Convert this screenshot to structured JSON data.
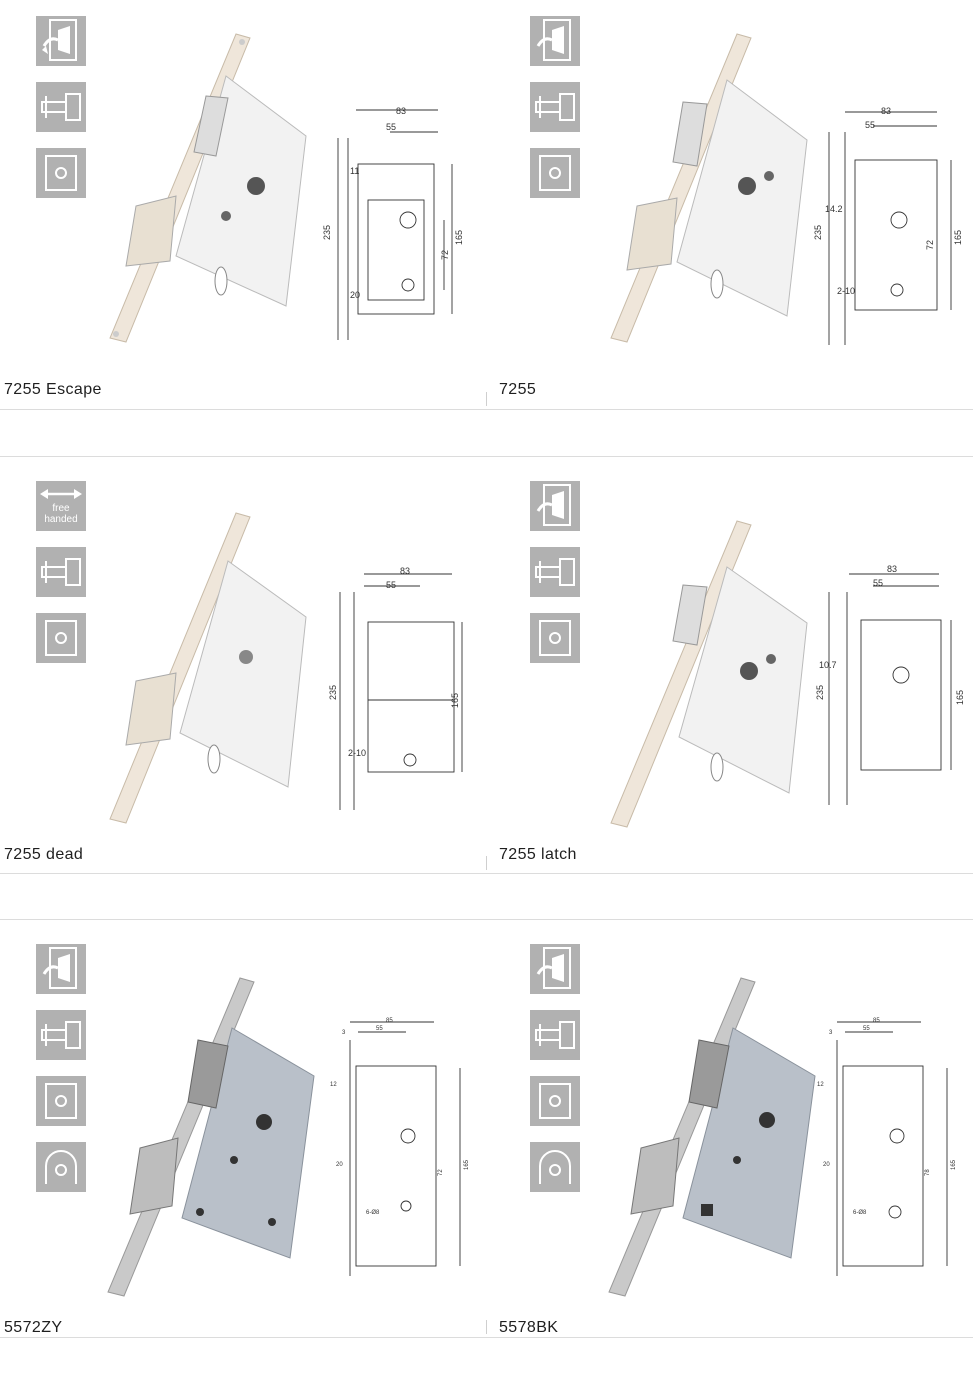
{
  "products": [
    {
      "caption": "7255 Escape",
      "icons": [
        "escape-function-icon",
        "bolt-icon",
        "cylinder-icon"
      ],
      "dims": {
        "width": "83",
        "backset": "55",
        "latch": "11",
        "height": "235",
        "body": "165",
        "center": "72",
        "bottom": "20"
      }
    },
    {
      "caption": "7255",
      "icons": [
        "escape-function-icon",
        "bolt-icon",
        "cylinder-icon"
      ],
      "dims": {
        "width": "83",
        "backset": "55",
        "latch": "14.2",
        "height": "235",
        "body": "165",
        "center": "72",
        "bottom": "2-10"
      }
    },
    {
      "caption": "7255 dead",
      "icons": [
        "free-handed-icon",
        "bolt-icon",
        "cylinder-icon"
      ],
      "free_label": "free handed",
      "dims": {
        "width": "83",
        "backset": "55",
        "height": "235",
        "body": "165",
        "bottom": "2-10"
      }
    },
    {
      "caption": "7255 latch",
      "icons": [
        "escape-function-icon",
        "bolt-icon",
        "cylinder-icon"
      ],
      "dims": {
        "width": "83",
        "backset": "55",
        "latch": "10.7",
        "height": "235",
        "body": "165"
      }
    },
    {
      "caption": "5572ZY",
      "icons": [
        "escape-function-icon",
        "bolt-icon",
        "cylinder-icon",
        "arch-cylinder-icon"
      ],
      "dims": {
        "width": "85",
        "backset": "55",
        "top": "3",
        "latch": "12",
        "height": "165",
        "center": "72",
        "bottom": "20",
        "holes": "6-Ø8"
      }
    },
    {
      "caption": "5578BK",
      "icons": [
        "escape-function-icon",
        "bolt-icon",
        "cylinder-icon",
        "arch-cylinder-icon"
      ],
      "dims": {
        "width": "85",
        "backset": "55",
        "top": "3",
        "latch": "12",
        "height": "165",
        "center": "78",
        "bottom": "20",
        "holes": "6-Ø8"
      }
    }
  ],
  "colors": {
    "icon_bg": "#b1b1b1",
    "silver_plate": "#f3f3f3",
    "steel_plate": "#b9c0c9",
    "line": "#333333"
  }
}
